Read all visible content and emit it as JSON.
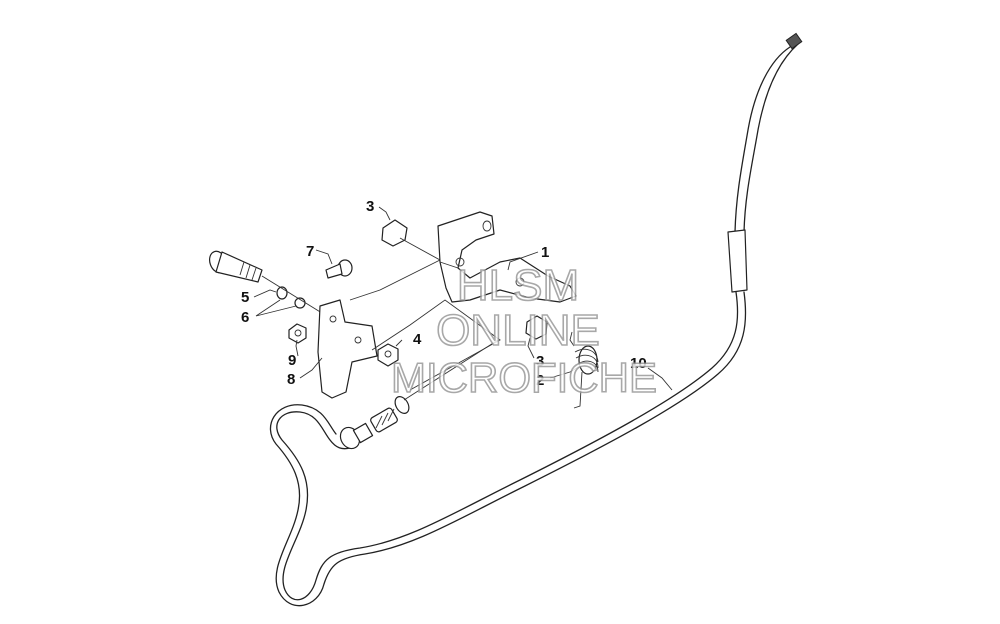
{
  "callouts": {
    "c1": "1",
    "c2": "2",
    "c3a": "3",
    "c3b": "3",
    "c4": "4",
    "c5": "5",
    "c6": "6",
    "c7": "7",
    "c8": "8",
    "c9": "9",
    "c10": "10"
  },
  "watermark": {
    "line1": "HLSM",
    "line2": "ONLINE",
    "line3": "MICROFICHE"
  }
}
